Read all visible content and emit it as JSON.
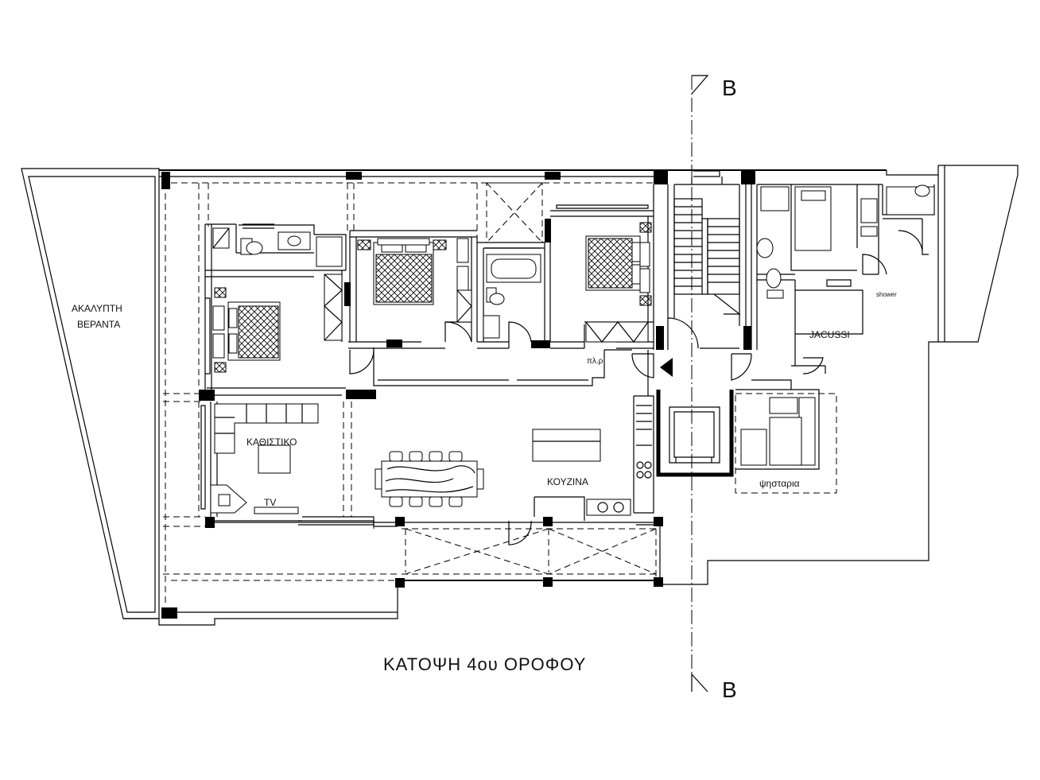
{
  "title": "ΚΑΤΟΨΗ 4ου  ΟΡΟΦΟΥ",
  "section_mark": "B",
  "rooms": {
    "veranda_line1": "ΑΚΑΛΥΠΤΗ",
    "veranda_line2": "ΒΕΡΑΝΤΑ",
    "living": "ΚΑΘΙΣΤΙΚΟ",
    "tv": "TV",
    "kitchen": "ΚΟΥΖΙΝΑ",
    "laundry": "πλ.ρ",
    "jacuzzi": "JACUSSI",
    "shower": "shower",
    "bbq": "ψησταρια"
  },
  "colors": {
    "line": "#000000",
    "background": "#ffffff"
  }
}
